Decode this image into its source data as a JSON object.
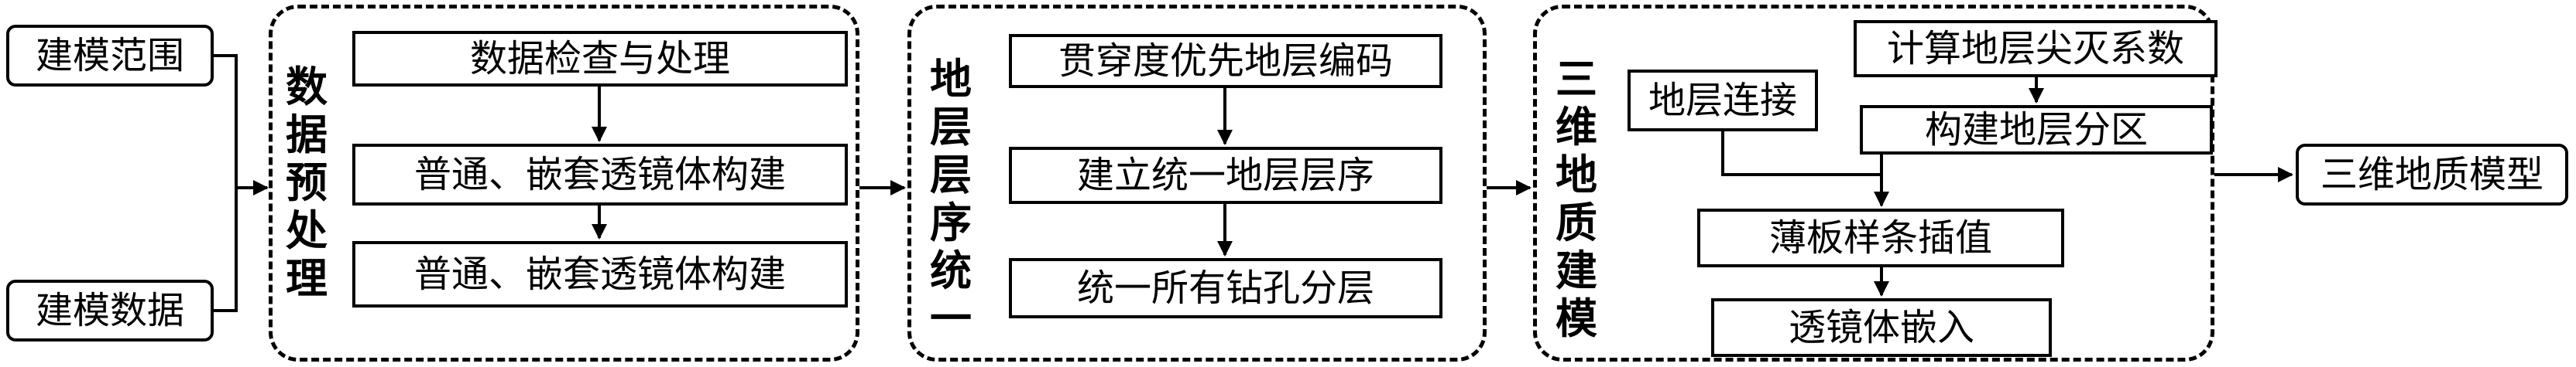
{
  "inputs": {
    "range": "建模范围",
    "data": "建模数据"
  },
  "preprocess": {
    "title": "数据预处理",
    "steps": [
      "数据检查与处理",
      "普通、嵌套透镜体构建",
      "普通、嵌套透镜体构建"
    ]
  },
  "unify": {
    "title": "地层层序统一",
    "steps": [
      "贯穿度优先地层编码",
      "建立统一地层层序",
      "统一所有钻孔分层"
    ]
  },
  "modeling": {
    "title": "三维地质建模",
    "connect": "地层连接",
    "pinchout": "计算地层尖灭系数",
    "partition": "构建地层分区",
    "spline": "薄板样条插值",
    "lens": "透镜体嵌入"
  },
  "output": {
    "model": "三维地质模型"
  }
}
